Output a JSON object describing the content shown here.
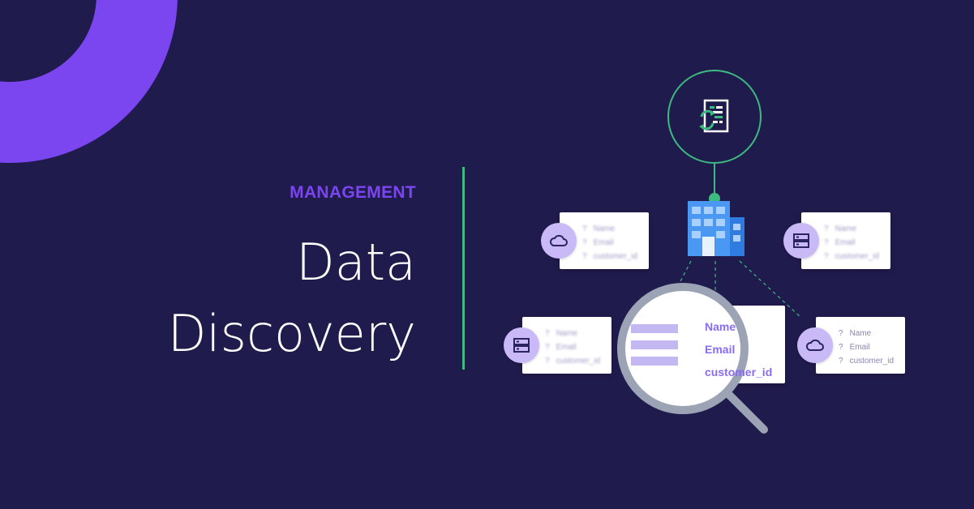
{
  "eyebrow": "MANAGEMENT",
  "title_line1": "Data",
  "title_line2": "Discovery",
  "field_labels": {
    "name": "Name",
    "email": "Email",
    "customer_id": "customer_id",
    "unknown_marker": "?"
  },
  "lens_labels": {
    "name": "Name",
    "email": "Email",
    "customer_id": "customer_id"
  },
  "icons": {
    "top": "document-sync-icon",
    "center": "building-icon",
    "card_tl": "cloud-icon",
    "card_tr": "server-icon",
    "card_bl": "server-icon",
    "card_br": "cloud-icon",
    "lens": "magnifying-glass-icon"
  },
  "colors": {
    "background": "#201b4d",
    "accent_purple": "#7b45f0",
    "accent_green": "#3dba80",
    "badge_lavender": "#c9b9f7",
    "building_blue": "#3b8ff0"
  }
}
